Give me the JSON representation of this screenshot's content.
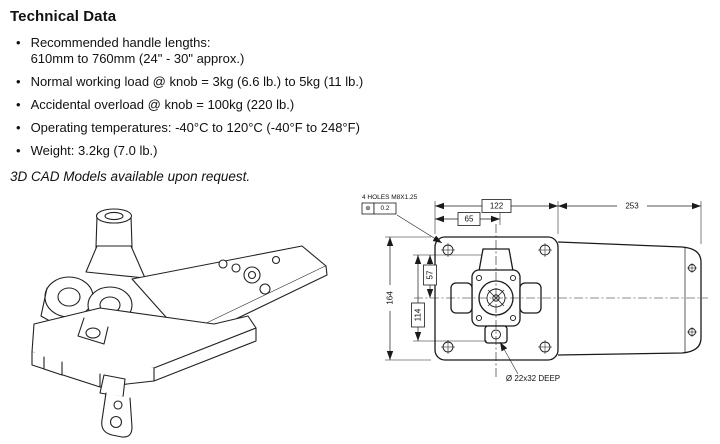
{
  "doc": {
    "title": "Technical Data",
    "bullet": "•",
    "bullets": [
      {
        "line1": "Recommended handle lengths:",
        "line2": "610mm to 760mm (24\" - 30\" approx.)"
      },
      {
        "line1": "Normal working load @ knob = 3kg (6.6 lb.) to 5kg (11 lb.)"
      },
      {
        "line1": "Accidental overload @ knob = 100kg (220 lb.)"
      },
      {
        "line1": "Operating temperatures: -40°C to 120°C (-40°F to 248°F)"
      },
      {
        "line1": "Weight: 3.2kg (7.0 lb.)"
      }
    ],
    "note": "3D CAD Models available upon request."
  },
  "plan_view": {
    "hole_callout": "4 HOLES M8X1.25",
    "tol_symbol": "⊕",
    "tol_value": "0.2",
    "dim_block_width": "122",
    "dim_half_width": "65",
    "dim_arm_length": "253",
    "dim_block_height": "164",
    "dim_inner_upper": "57",
    "dim_inner_full": "114",
    "bore_callout": "Ø 22x32 DEEP"
  }
}
